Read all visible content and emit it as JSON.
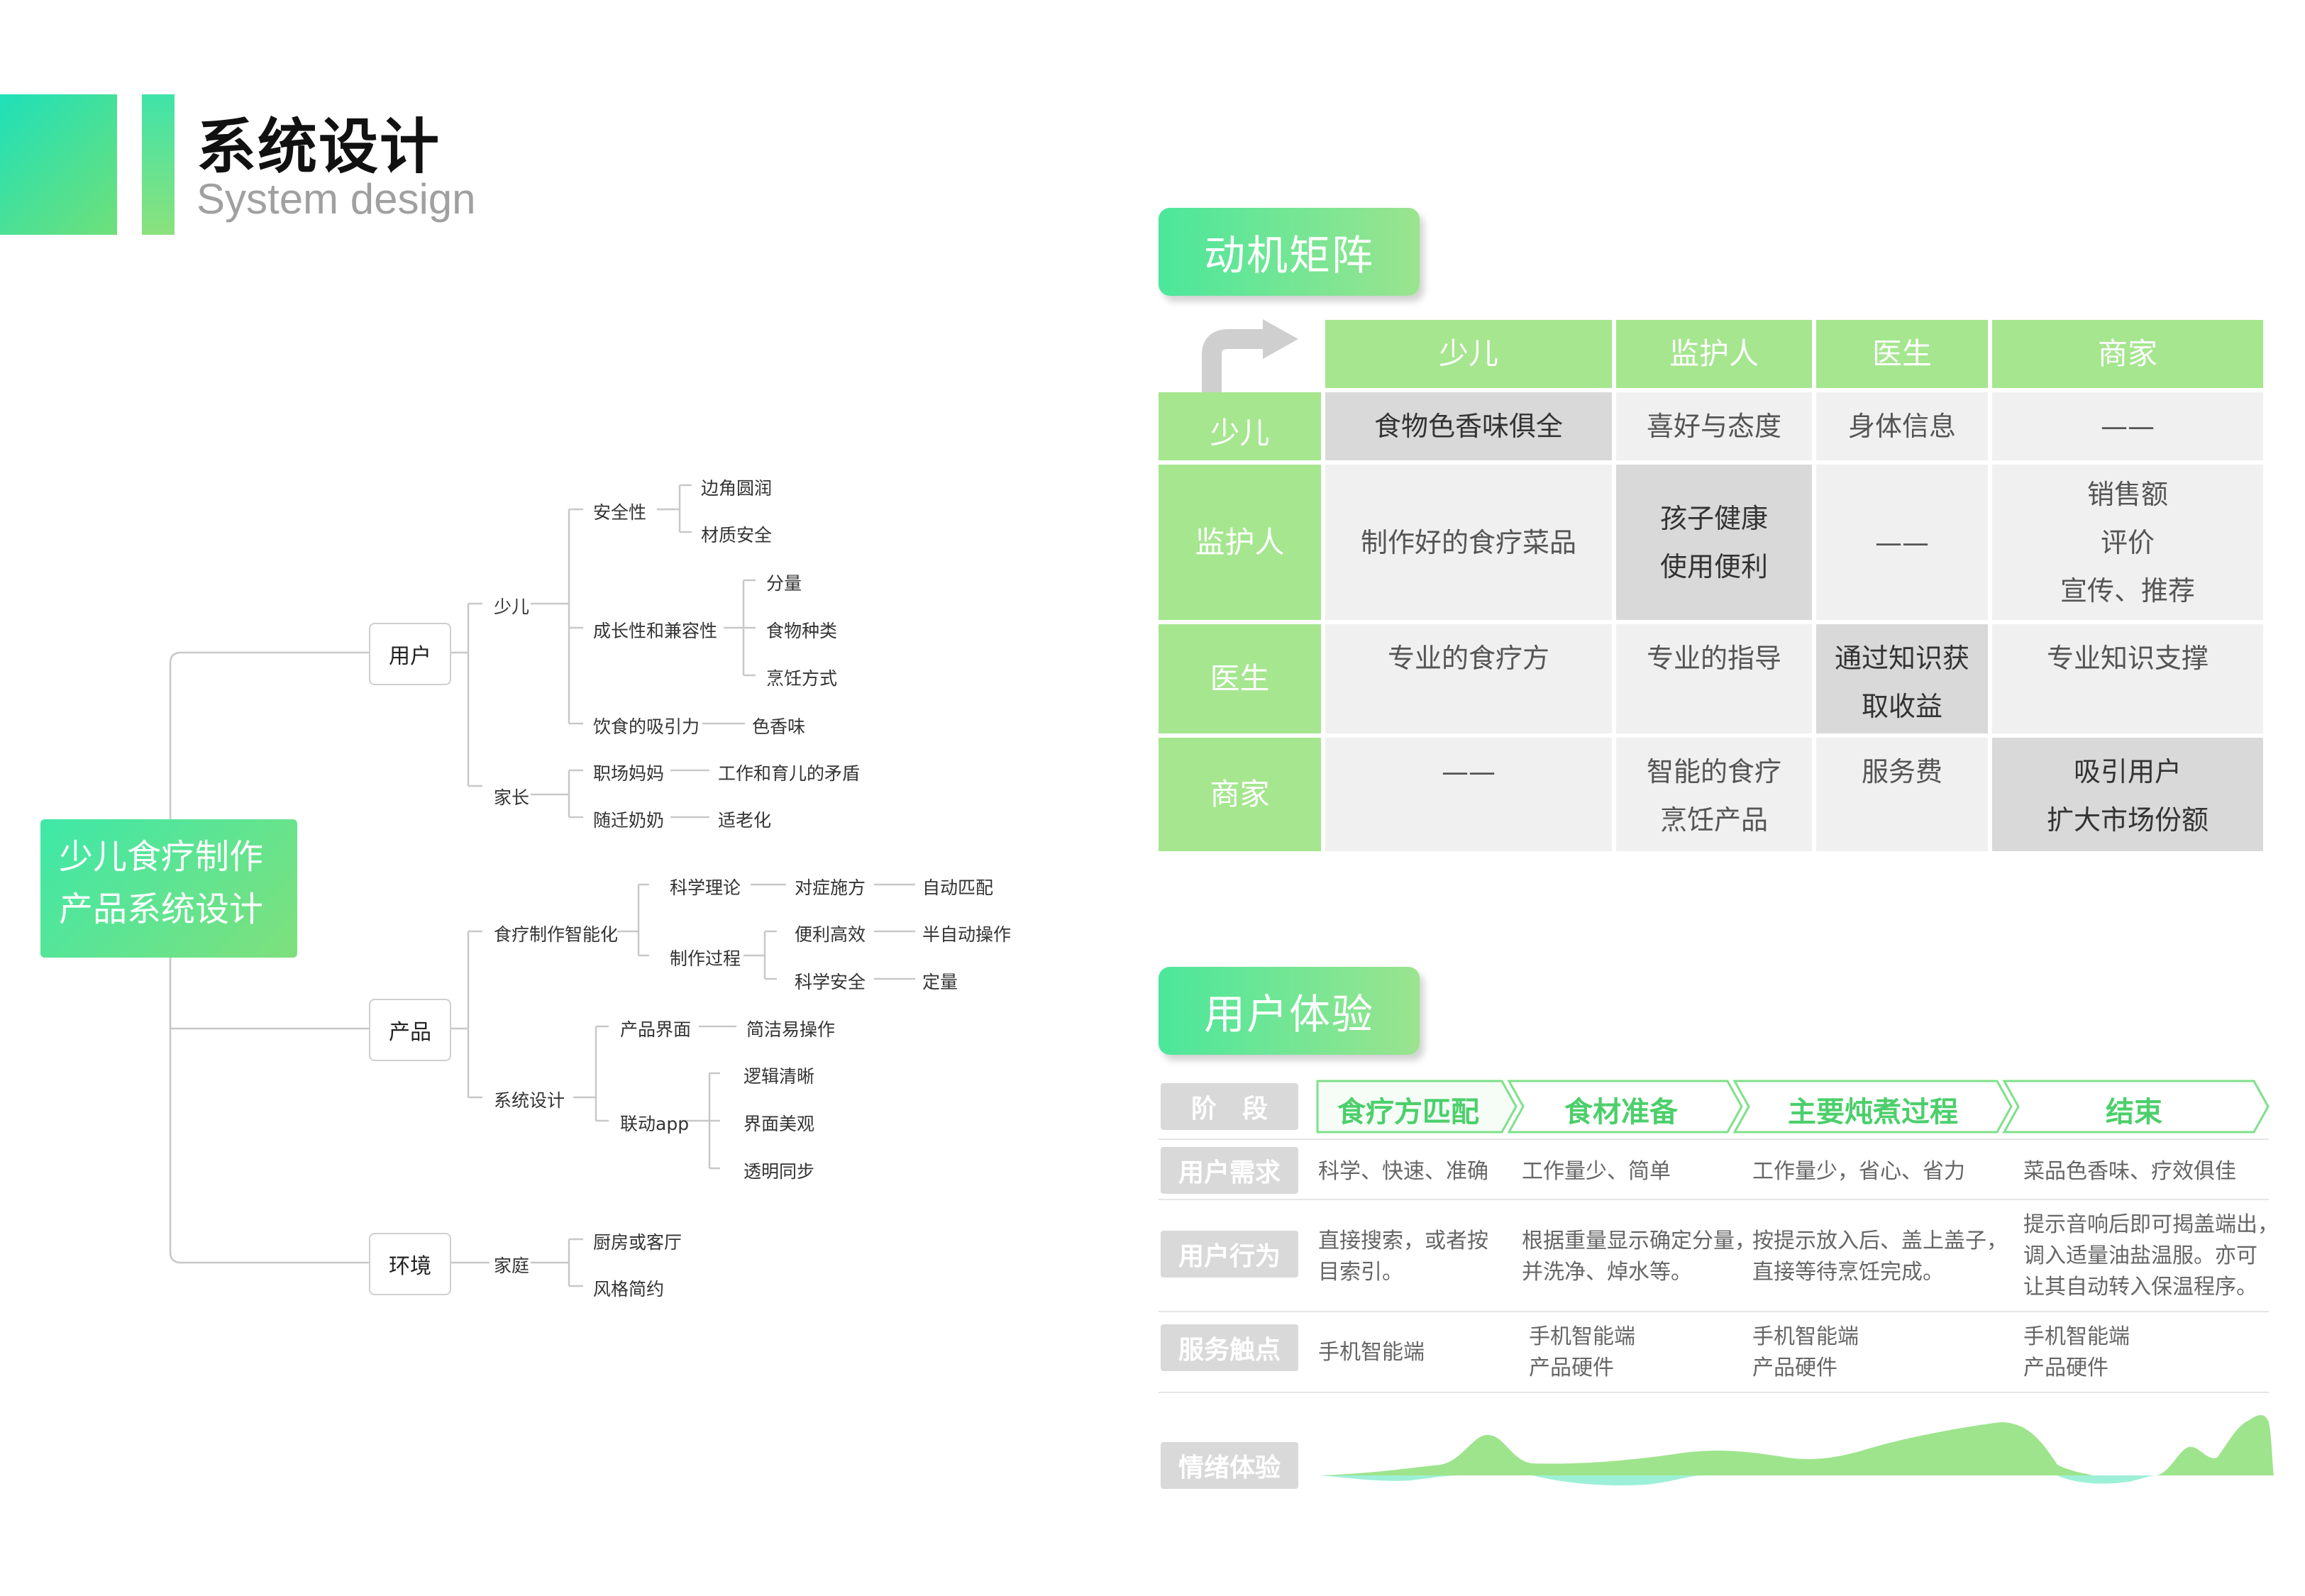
{
  "header": {
    "title": "系统设计",
    "subtitle": "System design"
  },
  "mindmap": {
    "root_line1": "少儿食疗制作",
    "root_line2": "产品系统设计",
    "branches": {
      "user": "用户",
      "product": "产品",
      "env": "环境"
    },
    "user": {
      "child": "少儿",
      "safety": "安全性",
      "round_corner": "边角圆润",
      "material_safety": "材质安全",
      "growth": "成长性和兼容性",
      "portion": "分量",
      "food_type": "食物种类",
      "cooking": "烹饪方式",
      "attraction": "饮食的吸引力",
      "color_smell": "色香味",
      "parent": "家长",
      "working_mom": "职场妈妈",
      "work_conflict": "工作和育儿的矛盾",
      "grandma": "随迁奶奶",
      "aging": "适老化"
    },
    "product": {
      "smart": "食疗制作智能化",
      "theory": "科学理论",
      "prescription": "对症施方",
      "auto_match": "自动匹配",
      "process": "制作过程",
      "convenient": "便利高效",
      "semi_auto": "半自动操作",
      "sci_safety": "科学安全",
      "quantify": "定量",
      "system": "系统设计",
      "interface": "产品界面",
      "simple": "简洁易操作",
      "app": "联动app",
      "logic": "逻辑清晰",
      "beauty": "界面美观",
      "sync": "透明同步"
    },
    "env": {
      "home": "家庭",
      "kitchen": "厨房或客厅",
      "style": "风格简约"
    }
  },
  "matrix": {
    "pill": "动机矩阵",
    "col_headers": [
      "少儿",
      "监护人",
      "医生",
      "商家"
    ],
    "row_headers": [
      "少儿",
      "监护人",
      "医生",
      "商家"
    ],
    "rows": [
      [
        [
          "食物色香味俱全"
        ],
        [
          "喜好与态度"
        ],
        [
          "身体信息"
        ],
        [
          "——"
        ]
      ],
      [
        [
          "制作好的食疗菜品"
        ],
        [
          "孩子健康",
          "使用便利"
        ],
        [
          "——"
        ],
        [
          "销售额",
          "评价",
          "宣传、推荐"
        ]
      ],
      [
        [
          "专业的食疗方"
        ],
        [
          "专业的指导"
        ],
        [
          "通过知识获",
          "取收益"
        ],
        [
          "专业知识支撑"
        ]
      ],
      [
        [
          "——"
        ],
        [
          "智能的食疗",
          "烹饪产品"
        ],
        [
          "服务费"
        ],
        [
          "吸引用户",
          "扩大市场份额"
        ]
      ]
    ]
  },
  "ux": {
    "pill": "用户体验",
    "stage_label": "阶　段",
    "stages": [
      "食疗方匹配",
      "食材准备",
      "主要炖煮过程",
      "结束"
    ],
    "row_labels": [
      "用户需求",
      "用户行为",
      "服务触点",
      "情绪体验"
    ],
    "needs": [
      "科学、快速、准确",
      "工作量少、简单",
      "工作量少，省心、省力",
      "菜品色香味、疗效俱佳"
    ],
    "behaviors": [
      [
        "直接搜索，或者按",
        "目索引。"
      ],
      [
        "根据重量显示确定分量，",
        "并洗净、焯水等。"
      ],
      [
        "按提示放入后、盖上盖子，",
        "直接等待烹饪完成。"
      ],
      [
        "提示音响后即可揭盖端出，",
        "调入适量油盐温服。亦可",
        "让其自动转入保温程序。"
      ]
    ],
    "touchpoints": [
      [
        "手机智能端"
      ],
      [
        "手机智能端",
        "产品硬件"
      ],
      [
        "手机智能端",
        "产品硬件"
      ],
      [
        "手机智能端",
        "产品硬件"
      ]
    ],
    "colors": {
      "positive": "#9ee48d",
      "negative": "#9df0d8",
      "stage_text": "#4ccf6b"
    }
  }
}
